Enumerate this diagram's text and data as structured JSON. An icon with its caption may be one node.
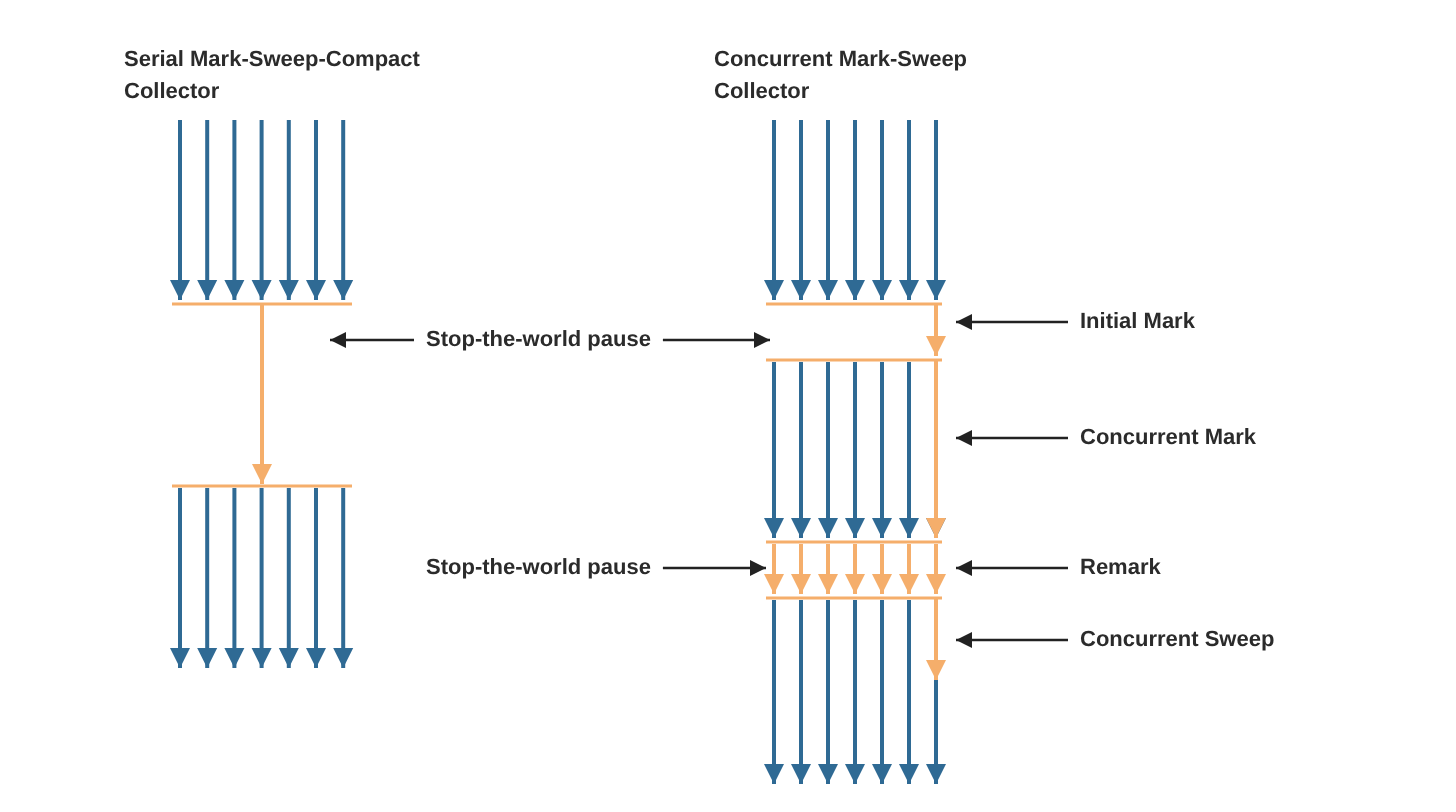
{
  "diagram": {
    "nodes": [
      {
        "text": [
          "Stop-the-world pause"
        ]
      },
      {
        "text": [
          "Initial Mark"
        ]
      },
      {
        "text": [
          "Concurrent Mark"
        ]
      },
      {
        "text": [
          "Stop-the-world pause"
        ]
      },
      {
        "text": [
          "Remark"
        ]
      },
      {
        "text": [
          "Concurrent Sweep"
        ]
      }
    ],
    "edges": [
      {
        "from": 0,
        "to": null,
        "arrow": "to"
      },
      {
        "from": 0,
        "to": null,
        "arrow": "to"
      },
      {
        "from": 1,
        "to": null,
        "arrow": "to"
      },
      {
        "from": 2,
        "to": null,
        "arrow": "to"
      },
      {
        "from": 3,
        "to": null,
        "arrow": "to"
      },
      {
        "from": 4,
        "to": null,
        "arrow": "to"
      },
      {
        "from": 5,
        "to": null,
        "arrow": "to"
      }
    ],
    "labels": [
      "Serial Mark-Sweep-Compact Collector",
      "Concurrent Mark-Sweep Collector"
    ]
  }
}
